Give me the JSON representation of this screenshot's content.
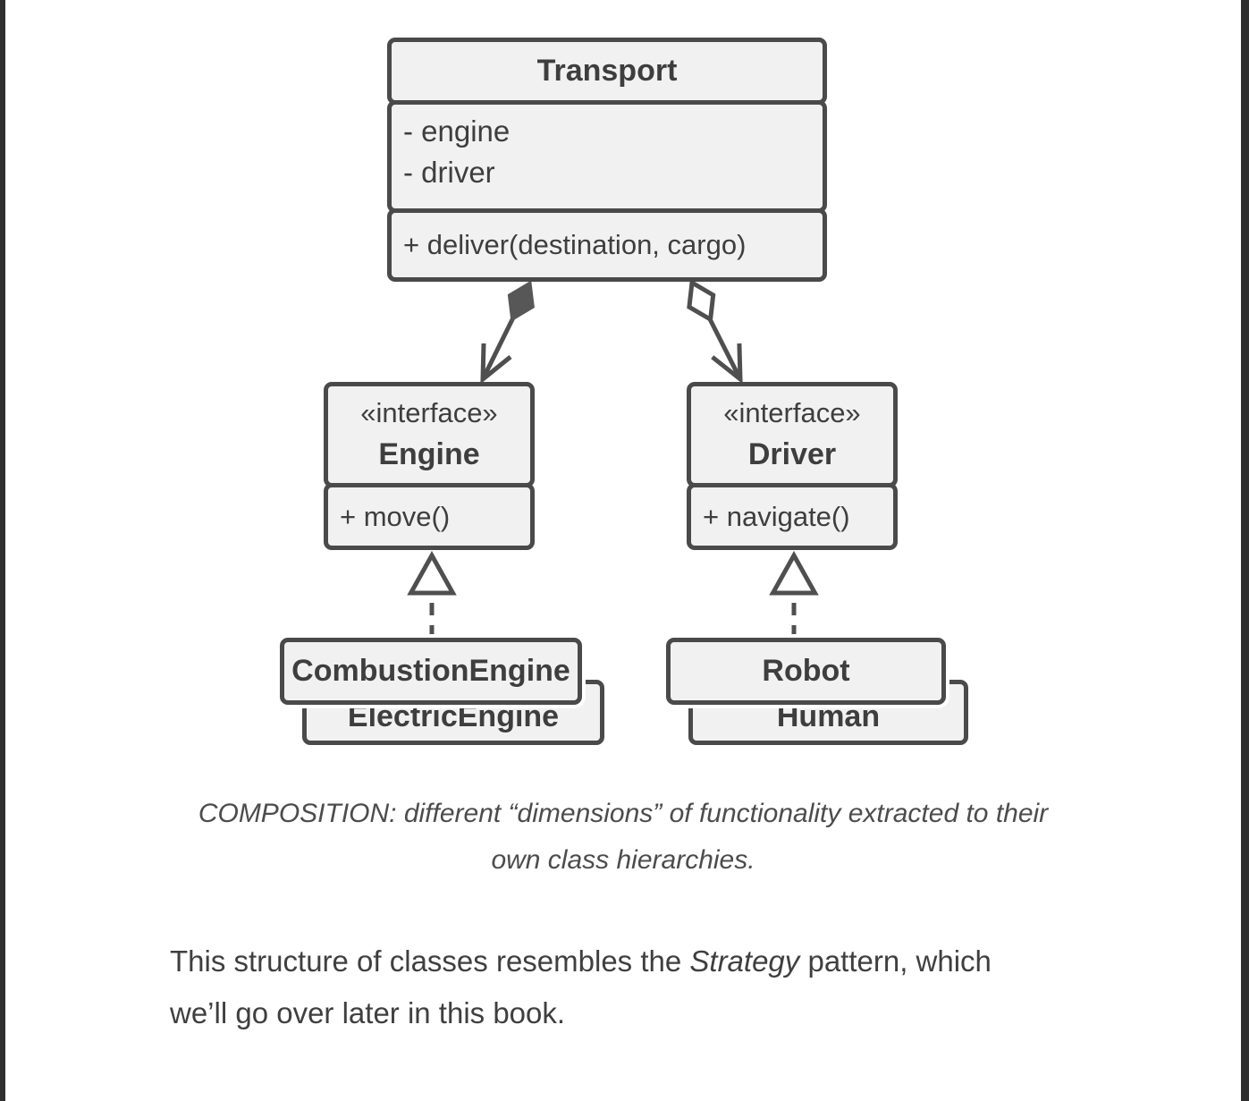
{
  "colors": {
    "stroke": "#4a4a4a",
    "box_fill": "#f1f1f1",
    "diagram_text": "#3e3e3e",
    "body_text": "#3f3f3f",
    "page_background": "#ffffff",
    "edge_bar": "#2f2f2f",
    "composition_diamond_fill": "#575757"
  },
  "diagram": {
    "transport": {
      "title": "Transport",
      "fields": [
        "- engine",
        "- driver"
      ],
      "method": "+ deliver(destination, cargo)"
    },
    "engine_interface": {
      "stereotype": "«interface»",
      "name": "Engine",
      "method": "+ move()"
    },
    "driver_interface": {
      "stereotype": "«interface»",
      "name": "Driver",
      "method": "+ navigate()"
    },
    "engine_implementations": {
      "front": "CombustionEngine",
      "back": "ElectricEngine"
    },
    "driver_implementations": {
      "front": "Robot",
      "back": "Human"
    }
  },
  "caption": {
    "line1": "COMPOSITION: different “dimensions” of functionality extracted to their",
    "line2": "own class hierarchies."
  },
  "paragraph": {
    "line1_before": "This structure of classes resembles the ",
    "line1_italic": "Strategy",
    "line1_after": " pattern, which",
    "line2": "we’ll go over later in this book."
  }
}
